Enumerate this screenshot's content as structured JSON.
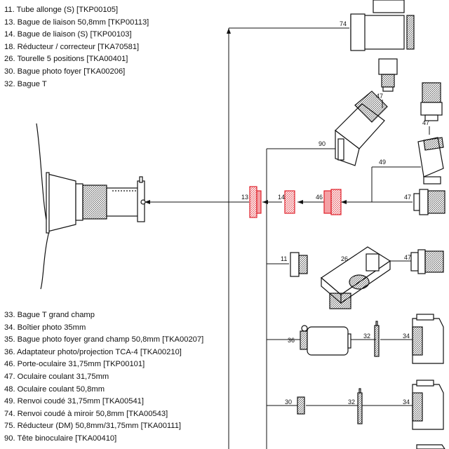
{
  "legend_top": [
    "11. Tube allonge (S) [TKP00105]",
    "13. Bague de liaison 50,8mm [TKP00113]",
    "14. Bague de liaison (S) [TKP00103]",
    "18. Réducteur / correcteur [TKA70581]",
    "26. Tourelle 5 positions [TKA00401]",
    "30. Bague photo foyer [TKA00206]",
    "32. Bague T"
  ],
  "legend_bottom": [
    "33. Bague T grand champ",
    "34. Boîtier photo 35mm",
    "35. Bague photo foyer grand champ 50,8mm [TKA00207]",
    "36. Adaptateur photo/projection TCA-4 [TKA00210]",
    "46. Porte-oculaire 31,75mm [TKP00101]",
    "47. Oculaire coulant 31,75mm",
    "48. Oculaire coulant 50,8mm",
    "49. Renvoi coudé 31,75mm [TKA00541]",
    "74. Renvoi coudé à miroir 50,8mm [TKA00543]",
    "75. Réducteur (DM) 50,8mm/31,75mm [TKA00111]",
    "90. Tête binoculaire [TKA00410]"
  ],
  "part_numbers": {
    "p74": "74",
    "p47a": "47",
    "p47b": "47",
    "p90": "90",
    "p49": "49",
    "p13": "13",
    "p14": "14",
    "p46": "46",
    "p47c": "47",
    "p11": "11",
    "p26": "26",
    "p47d": "47",
    "p36": "36",
    "p32a": "32",
    "p34a": "34",
    "p30": "30",
    "p32b": "32",
    "p34b": "34"
  },
  "colors": {
    "line": "#111111",
    "highlight": "#e0202a",
    "highlight_fill": "#f4a0a4",
    "part_fill": "#ffffff",
    "part_dark": "#555555"
  }
}
